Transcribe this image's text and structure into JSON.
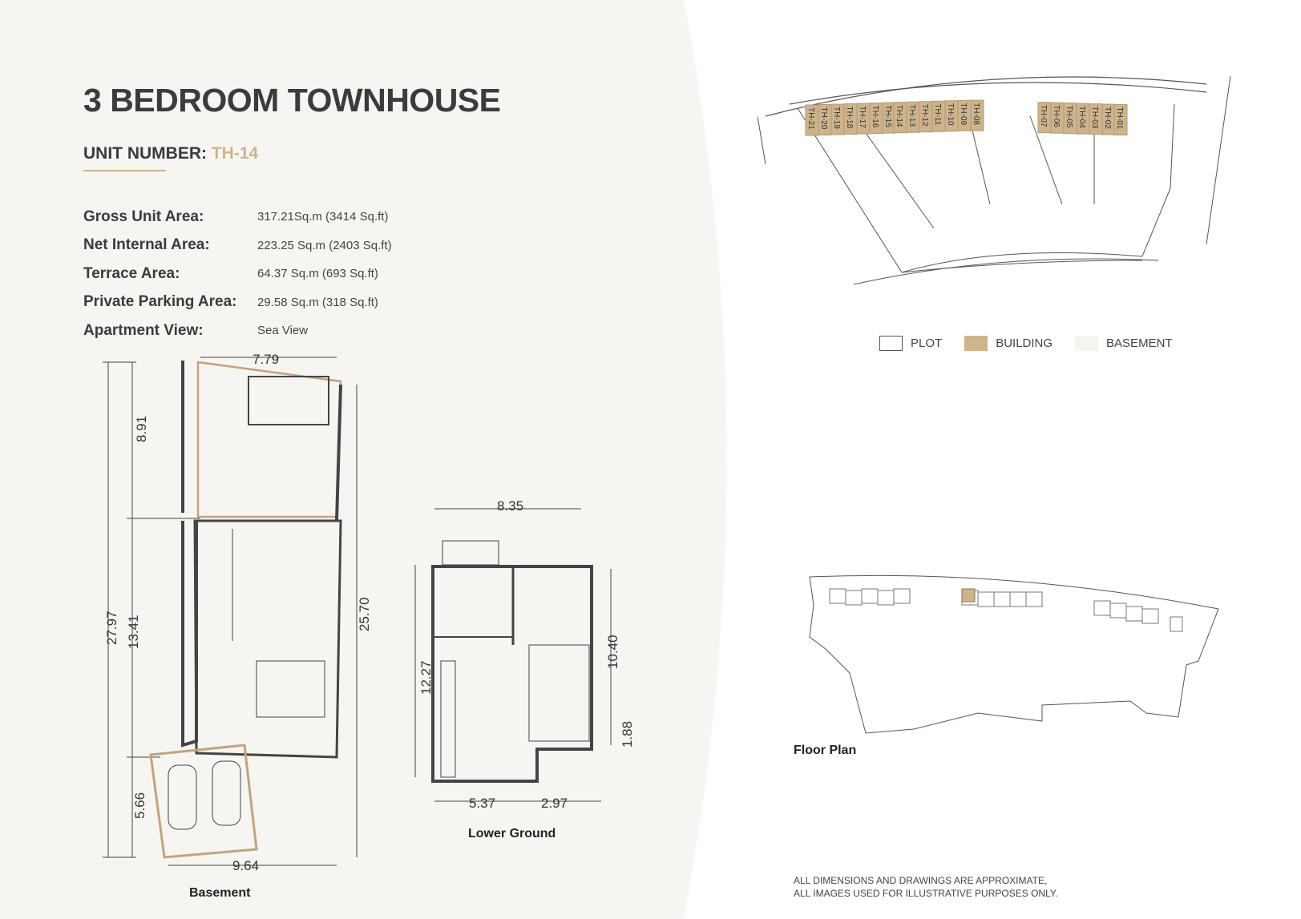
{
  "title": "3 BEDROOM TOWNHOUSE",
  "unit": {
    "label": "UNIT NUMBER:",
    "value": "TH-14"
  },
  "specs": [
    {
      "label": "Gross Unit Area:",
      "value": "317.21Sq.m (3414 Sq.ft)"
    },
    {
      "label": "Net Internal Area:",
      "value": "223.25 Sq.m (2403 Sq.ft)"
    },
    {
      "label": "Terrace Area:",
      "value": "64.37 Sq.m (693 Sq.ft)"
    },
    {
      "label": "Private Parking Area:",
      "value": "29.58 Sq.m (318 Sq.ft)"
    },
    {
      "label": "Apartment View:",
      "value": "Sea View"
    }
  ],
  "basement": {
    "caption": "Basement",
    "dims": {
      "top": "7.79",
      "total_height": "27.97",
      "upper": "8.91",
      "middle": "13.41",
      "lower": "5.66",
      "right": "25.70",
      "bottom": "9.64"
    }
  },
  "lower_ground": {
    "caption": "Lower Ground",
    "dims": {
      "top": "8.35",
      "left": "12.27",
      "right": "10.40",
      "step": "1.88",
      "bottom_left": "5.37",
      "bottom_right": "2.97"
    }
  },
  "site_plan": {
    "units": [
      "TH-21",
      "TH-20",
      "TH-19",
      "TH-18",
      "TH-17",
      "TH-16",
      "TH-15",
      "TH-14",
      "TH-13",
      "TH-12",
      "TH-11",
      "TH-10",
      "TH-09",
      "TH-08",
      "TH-07",
      "TH-06",
      "TH-05",
      "TH-04",
      "TH-03",
      "TH-02",
      "TH-01"
    ]
  },
  "legend": [
    {
      "label": "PLOT",
      "color": "#ffffff"
    },
    {
      "label": "BUILDING",
      "color": "#cdb48c"
    },
    {
      "label": "BASEMENT",
      "color": "#f7f3ee"
    }
  ],
  "floor_plan_caption": "Floor Plan",
  "disclaimer": [
    "ALL DIMENSIONS AND DRAWINGS ARE APPROXIMATE,",
    "ALL IMAGES USED FOR ILLUSTRATIVE PURPOSES ONLY."
  ],
  "colors": {
    "accent": "#cdb48c",
    "panel": "#f7f5f1",
    "text": "#3b3b3b"
  }
}
